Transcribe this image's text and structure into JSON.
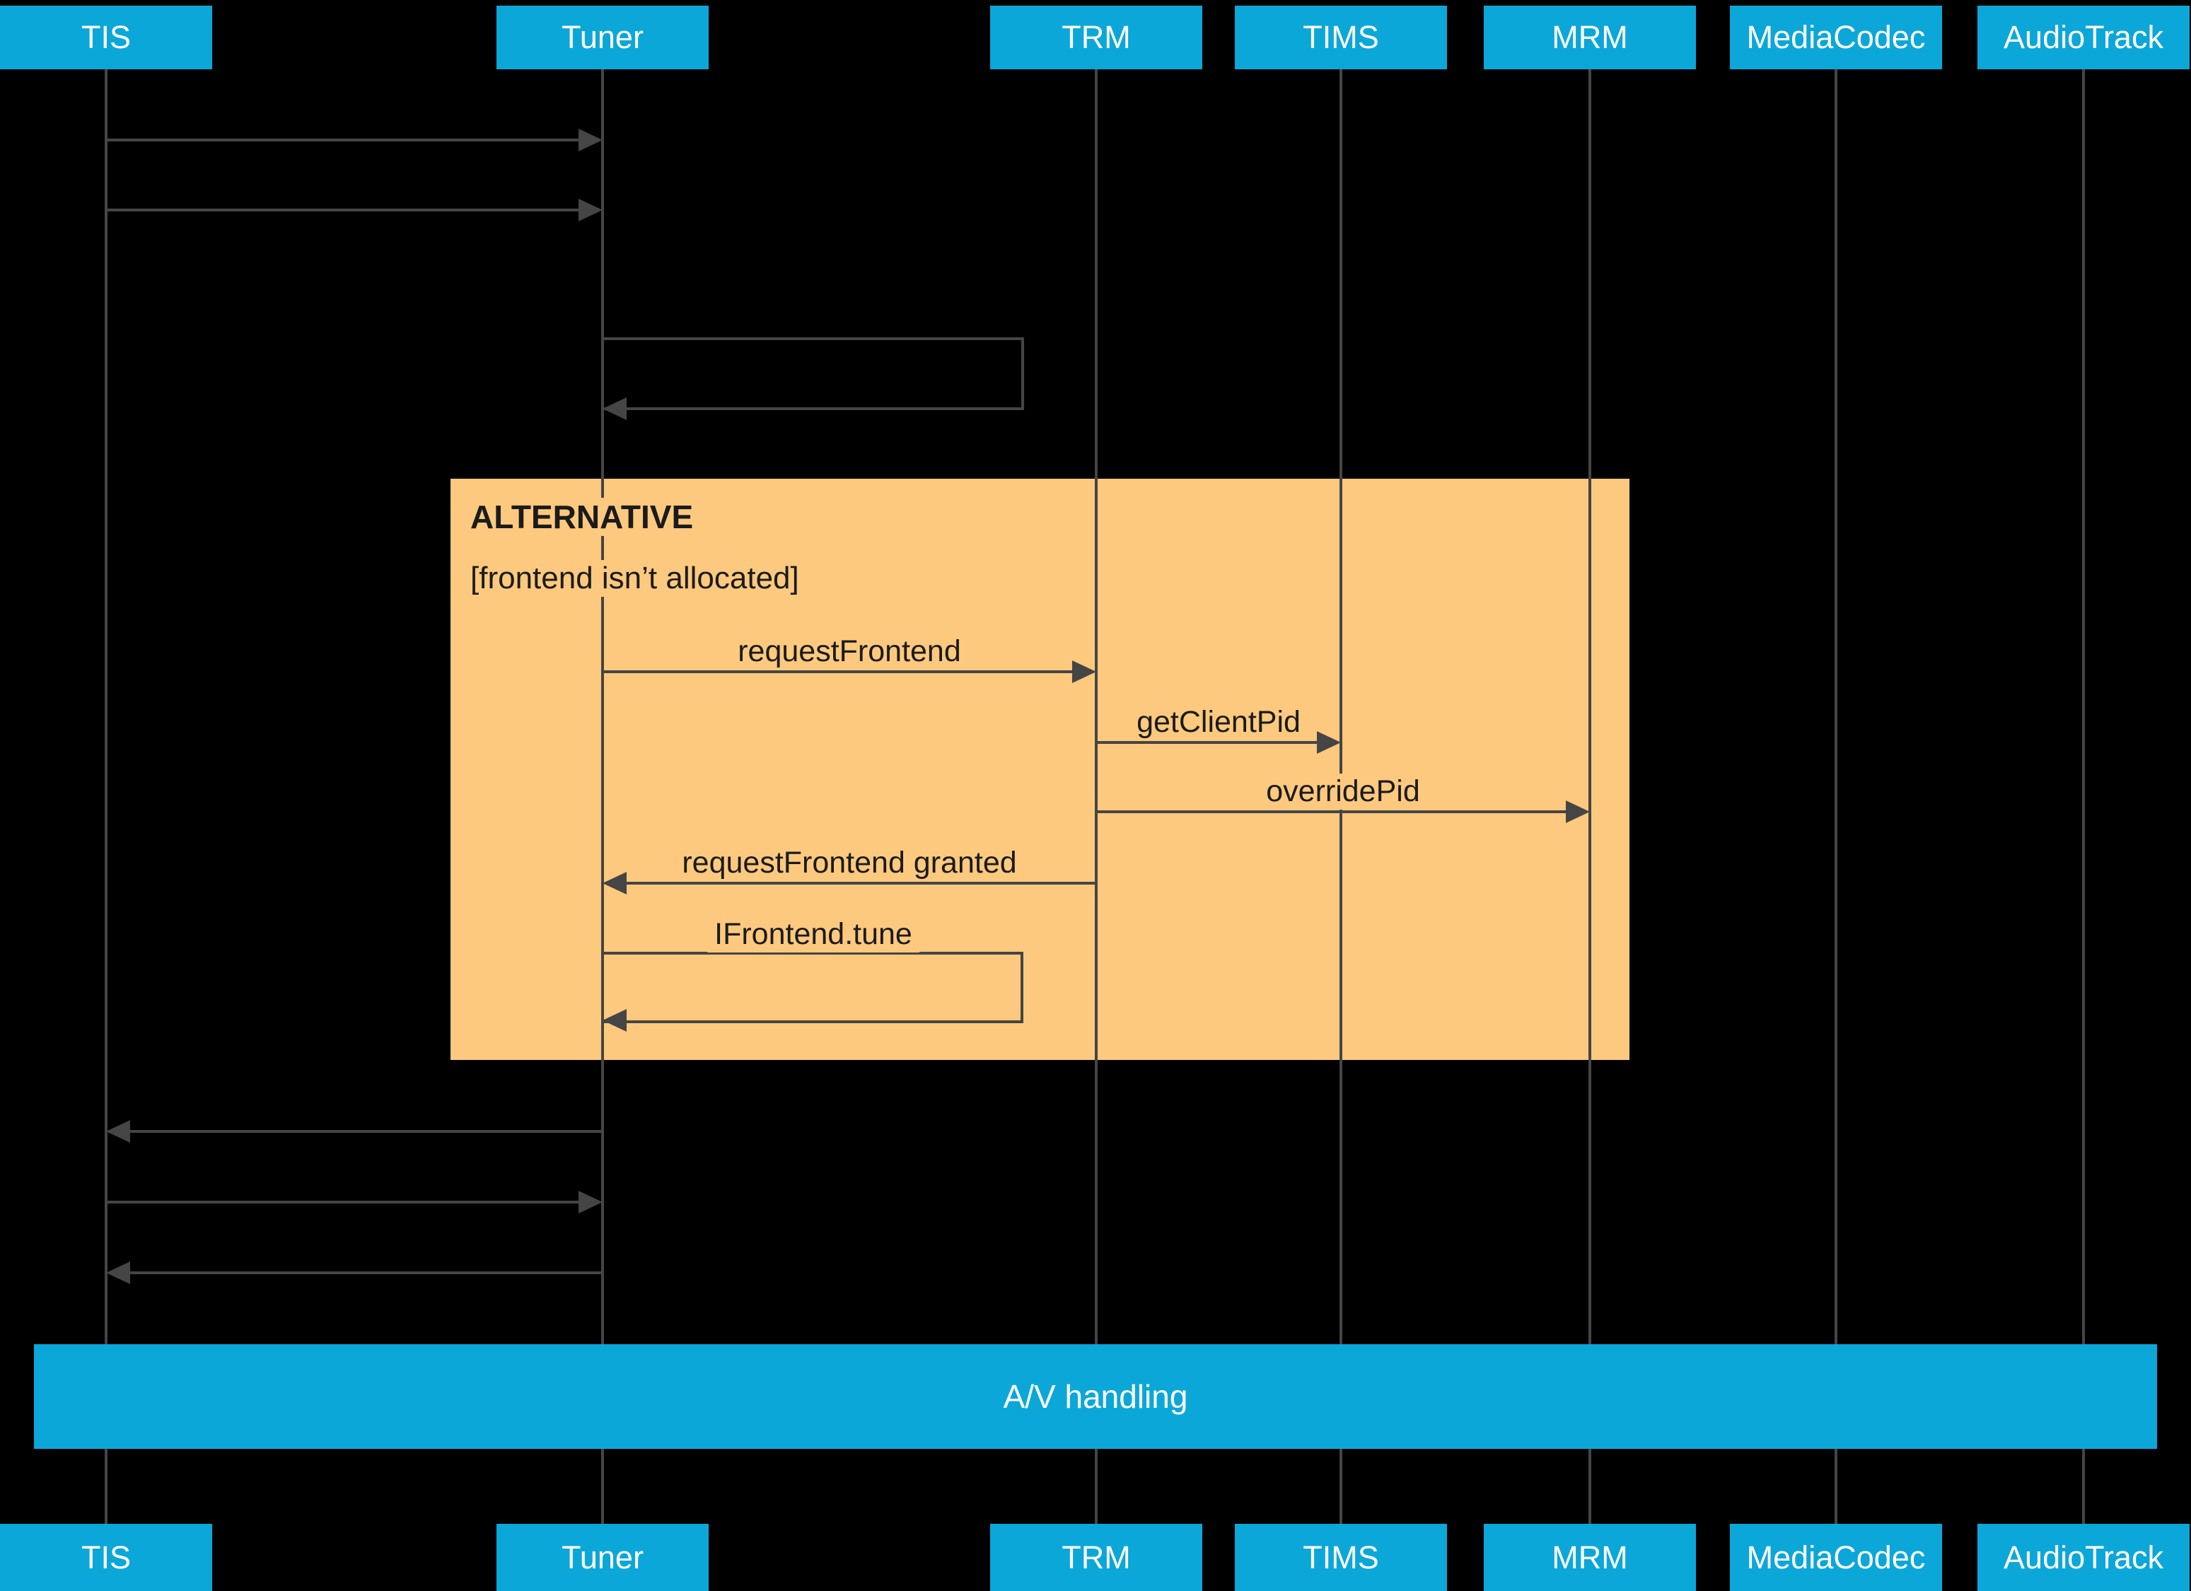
{
  "participants": [
    "TIS",
    "Tuner",
    "TRM",
    "TIMS",
    "MRM",
    "MediaCodec",
    "AudioTrack"
  ],
  "fragment": {
    "operator": "ALTERNATIVE",
    "guard": "[frontend isn’t allocated]"
  },
  "messages": [
    {
      "from": "TIS",
      "to": "Tuner",
      "label": "",
      "kind": "arrow-right"
    },
    {
      "from": "TIS",
      "to": "Tuner",
      "label": "",
      "kind": "arrow-right"
    },
    {
      "from": "Tuner",
      "to": "Tuner",
      "label": "",
      "kind": "self-call"
    },
    {
      "from": "Tuner",
      "to": "TRM",
      "label": "requestFrontend",
      "kind": "arrow-right"
    },
    {
      "from": "TRM",
      "to": "TIMS",
      "label": "getClientPid",
      "kind": "arrow-right"
    },
    {
      "from": "TRM",
      "to": "MRM",
      "label": "overridePid",
      "kind": "arrow-right"
    },
    {
      "from": "TRM",
      "to": "Tuner",
      "label": "requestFrontend granted",
      "kind": "arrow-left"
    },
    {
      "from": "Tuner",
      "to": "Tuner",
      "label": "IFrontend.tune",
      "kind": "self-call"
    },
    {
      "from": "Tuner",
      "to": "TIS",
      "label": "",
      "kind": "arrow-left"
    },
    {
      "from": "TIS",
      "to": "Tuner",
      "label": "",
      "kind": "arrow-right"
    },
    {
      "from": "Tuner",
      "to": "TIS",
      "label": "",
      "kind": "arrow-left"
    }
  ],
  "av_bar": {
    "label": "A/V handling"
  },
  "colors": {
    "background": "#000000",
    "participant_fill": "#0CA7D9",
    "participant_text": "#FFFFFF",
    "fragment_fill": "#FDC97E",
    "line": "#454545",
    "label_text": "#1B1B1B"
  }
}
